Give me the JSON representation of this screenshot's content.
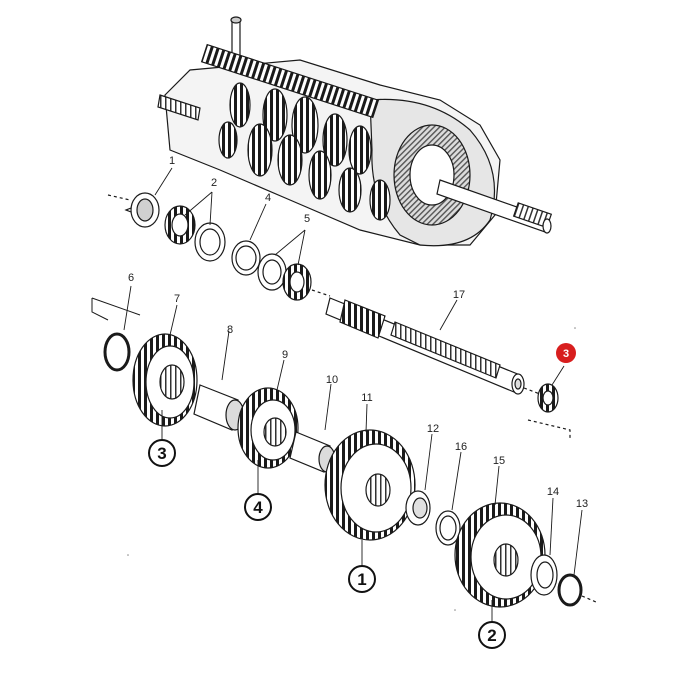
{
  "callouts": {
    "c1": "1",
    "c2": "2",
    "c4": "4",
    "c5": "5",
    "c6": "6",
    "c7": "7",
    "c8": "8",
    "c9": "9",
    "c10": "10",
    "c11": "11",
    "c12": "12",
    "c13": "13",
    "c14": "14",
    "c15": "15",
    "c16": "16",
    "c17": "17"
  },
  "gear_markers": {
    "m1": "1",
    "m2": "2",
    "m3": "3",
    "m4": "4"
  },
  "highlight": {
    "label": "3",
    "color": "#d81e1e"
  },
  "colors": {
    "line": "#1a1a1a",
    "shade": "#b8b8b8",
    "hatch": "#555555"
  }
}
